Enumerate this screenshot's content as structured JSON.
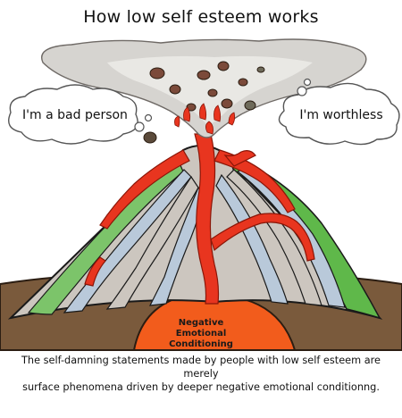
{
  "title": "How low self esteem works",
  "thoughts": {
    "left": "I'm a bad person",
    "right": "I'm worthless"
  },
  "core": {
    "line1": "Negative",
    "line2": "Emotional",
    "line3": "Conditioning"
  },
  "caption": {
    "line1": "The self-damning statements made by people with low self esteem are merely",
    "line2": "surface phenomena driven by deeper negative emotional conditionng."
  },
  "colors": {
    "lava": "#e8351f",
    "lava_dark": "#b41e10",
    "core_orange": "#f25c1c",
    "ground": "#7a5a3c",
    "green": "#5fb84a",
    "grey_band": "#c9c4bd",
    "blue_band": "#b9c9da",
    "smoke": "#cfcfcf",
    "rock": "#7b4a3a"
  }
}
